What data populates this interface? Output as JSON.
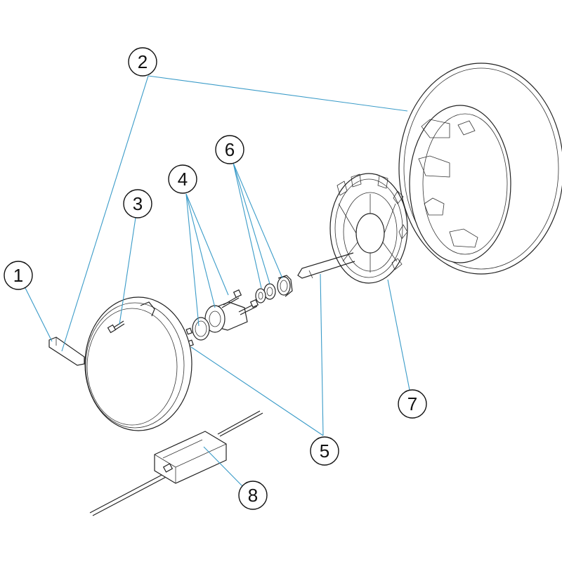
{
  "callouts": [
    {
      "id": "c1",
      "label": "1"
    },
    {
      "id": "c2",
      "label": "2"
    },
    {
      "id": "c3",
      "label": "3"
    },
    {
      "id": "c4",
      "label": "4"
    },
    {
      "id": "c5",
      "label": "5"
    },
    {
      "id": "c6",
      "label": "6"
    },
    {
      "id": "c7",
      "label": "7"
    },
    {
      "id": "c8",
      "label": "8"
    }
  ],
  "colors": {
    "leader": "#3a9bc8",
    "outline": "#222222"
  }
}
